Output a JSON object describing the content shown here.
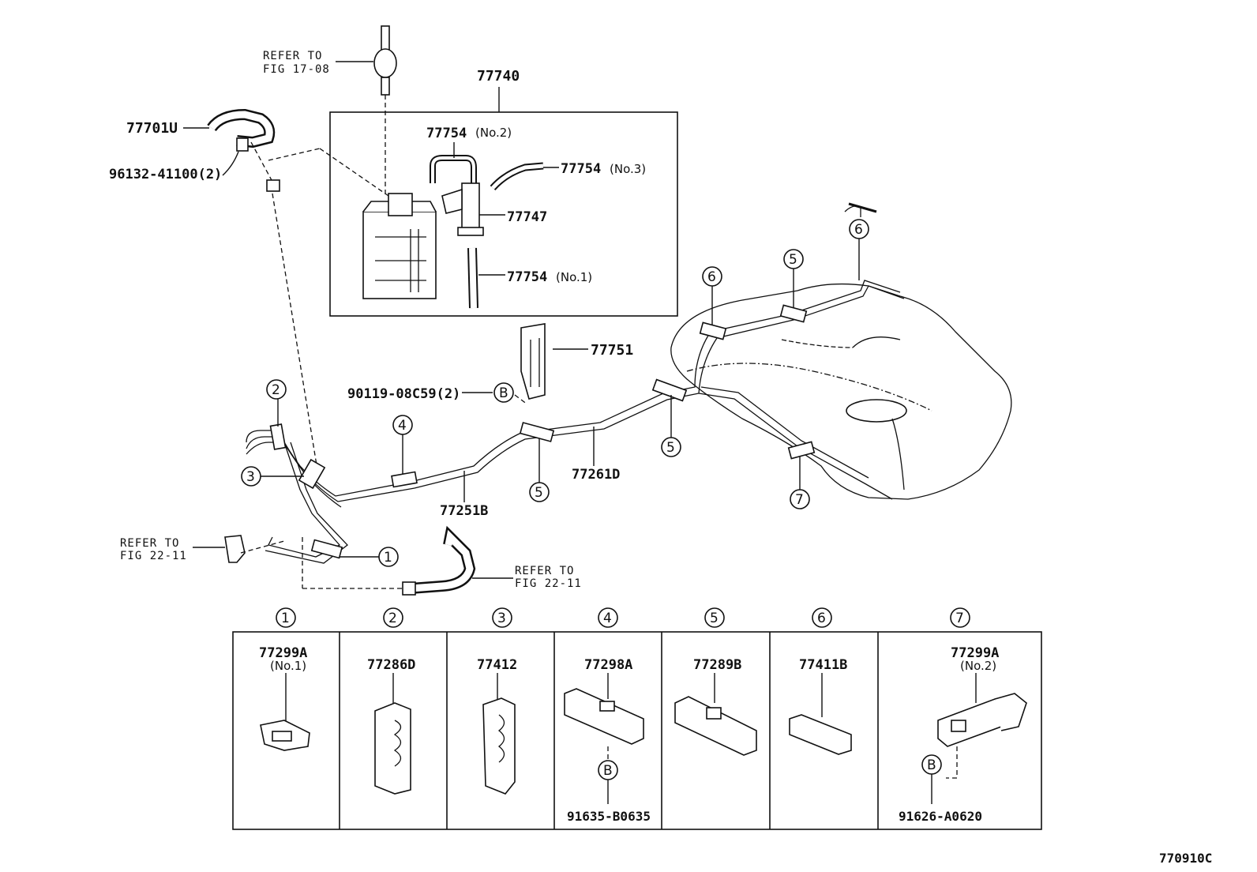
{
  "labels": {
    "p77740": "77740",
    "p77701u": "77701U",
    "p96132": "96132-41100(2)",
    "p77754_no2_num": "77754",
    "p77754_no2_sub": "(No.2)",
    "p77754_no3_num": "77754",
    "p77754_no3_sub": "(No.3)",
    "p77747": "77747",
    "p77754_no1_num": "77754",
    "p77754_no1_sub": "(No.1)",
    "p77751": "77751",
    "p90119": "90119-08C59(2)",
    "p77261d": "77261D",
    "p77251b": "77251B",
    "letter_b": "B"
  },
  "references": {
    "top_line1": "REFER TO",
    "top_line2": "FIG 17-08",
    "left_line1": "REFER TO",
    "left_line2": "FIG 22-11",
    "mid_line1": "REFER TO",
    "mid_line2": "FIG 22-11"
  },
  "clamp_numbers": [
    "1",
    "2",
    "3",
    "4",
    "5",
    "6",
    "7"
  ],
  "clamp_table": [
    {
      "index": "1",
      "part": "77299A",
      "sub": "(No.1)",
      "fastener": ""
    },
    {
      "index": "2",
      "part": "77286D",
      "sub": "",
      "fastener": ""
    },
    {
      "index": "3",
      "part": "77412",
      "sub": "",
      "fastener": ""
    },
    {
      "index": "4",
      "part": "77298A",
      "sub": "",
      "fastener": "91635-B0635"
    },
    {
      "index": "5",
      "part": "77289B",
      "sub": "",
      "fastener": ""
    },
    {
      "index": "6",
      "part": "77411B",
      "sub": "",
      "fastener": ""
    },
    {
      "index": "7",
      "part": "77299A",
      "sub": "(No.2)",
      "fastener": "91626-A0620"
    }
  ],
  "figure_code": "770910C"
}
